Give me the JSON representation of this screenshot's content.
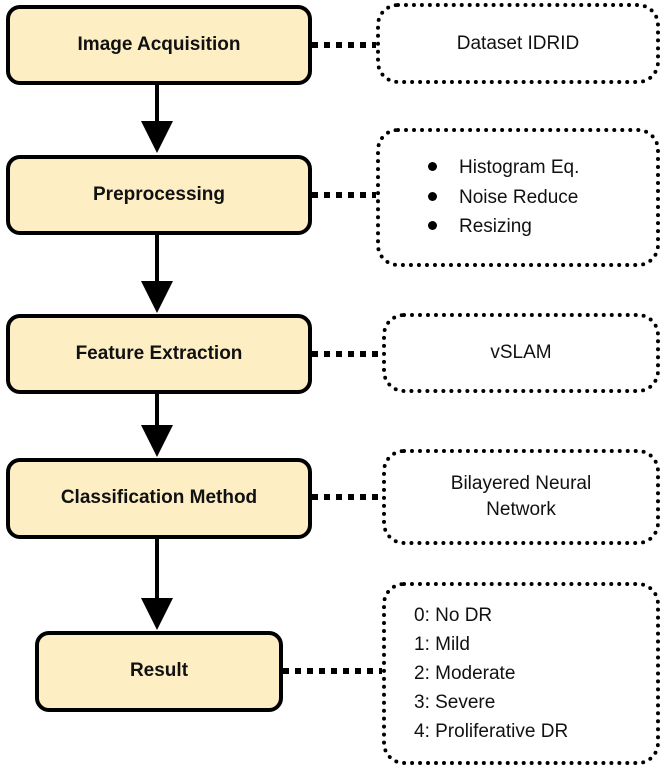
{
  "diagram": {
    "colors": {
      "step_fill": "#FDEEC4",
      "border": "#000000",
      "note_fill": "#FFFFFF"
    },
    "steps": [
      {
        "label": "Image Acquisition"
      },
      {
        "label": "Preprocessing"
      },
      {
        "label": "Feature Extraction"
      },
      {
        "label": "Classification Method"
      },
      {
        "label": "Result"
      }
    ],
    "notes": {
      "dataset": "Dataset IDRID",
      "preprocessing_items": [
        "Histogram Eq.",
        "Noise Reduce",
        "Resizing"
      ],
      "feature": "vSLAM",
      "classifier_line1": "Bilayered Neural",
      "classifier_line2": "Network",
      "result_items": [
        "0: No DR",
        "1: Mild",
        "2: Moderate",
        "3: Severe",
        "4: Proliferative DR"
      ]
    }
  }
}
